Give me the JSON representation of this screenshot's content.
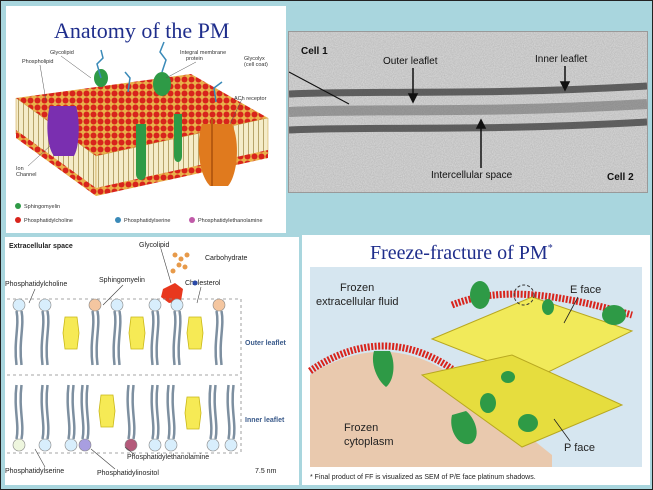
{
  "panel1": {
    "title": "Anatomy of the PM",
    "labels": {
      "glycolipid": "Glycolipid",
      "phospholipid": "Phospholipid",
      "integral_protein_1": "Integral membrane",
      "integral_protein_2": "protein",
      "glycolyx_1": "Glycolyx",
      "glycolyx_2": "(cell coat)",
      "ach_receptor": "ACh receptor",
      "ion_channel_1": "Ion",
      "ion_channel_2": "Channel"
    },
    "legend": {
      "sphingomyelin": "Sphingomyelin",
      "phosphatidylcholine": "Phosphatidylcholine",
      "phosphatidylserine": "Phosphatidylserine",
      "phosphatidylethanolamine": "Phosphatidylethanolamine"
    }
  },
  "panel2": {
    "cell1": "Cell 1",
    "cell2": "Cell 2",
    "outer_leaflet": "Outer leaflet",
    "inner_leaflet": "Inner leaflet",
    "intercellular_space": "Intercellular space"
  },
  "panel3": {
    "extracellular_space": "Extracellular space",
    "glycolipid": "Glycolipid",
    "carbohydrate": "Carbohydrate",
    "phosphatidylcholine": "Phosphatidylcholine",
    "sphingomyelin": "Sphingomyelin",
    "cholesterol": "Cholesterol",
    "outer_leaflet": "Outer leaflet",
    "inner_leaflet": "Inner leaflet",
    "phosphatidylethanolamine": "Phosphatidylethanolamine",
    "phosphatidylserine": "Phosphatidylserine",
    "phosphatidylinositol": "Phosphatidylinositol",
    "scale": "7.5 nm"
  },
  "panel4": {
    "title": "Freeze-fracture of PM",
    "title_mark": "*",
    "frozen_fluid_1": "Frozen",
    "frozen_fluid_2": "extracellular fluid",
    "e_face": "E face",
    "p_face": "P face",
    "frozen_cyto_1": "Frozen",
    "frozen_cyto_2": "cytoplasm",
    "footnote": "* Final product of FF is visualized as SEM of P/E face platinum shadows."
  },
  "colors": {
    "background": "#a9d6de",
    "title_blue": "#1f2e8c",
    "head_red": "#d8241c",
    "protein_green": "#2e9a46",
    "protein_orange": "#e07a1e",
    "protein_purple": "#7a2fb0",
    "face_yellow": "#f1ea5a",
    "cytoplasm": "#e9c9ae"
  }
}
